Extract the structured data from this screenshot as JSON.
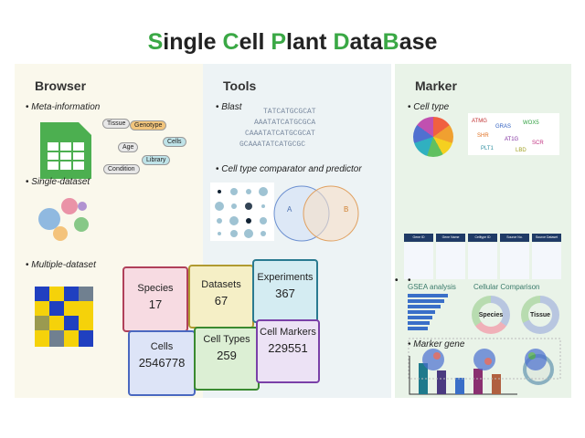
{
  "title": {
    "parts": [
      "S",
      "ingle ",
      "C",
      "ell ",
      "P",
      "lant ",
      "D",
      "ata",
      "B",
      "ase"
    ]
  },
  "browser": {
    "title": "Browser",
    "bullets": [
      "Meta-information",
      "Single-dataset",
      "Multiple-dataset"
    ],
    "meta_tags": [
      "Tissue",
      "Genotype",
      "Age",
      "Cells",
      "Library",
      "Condition"
    ]
  },
  "tools": {
    "title": "Tools",
    "bullets": [
      "Blast",
      "Cell type comparator and predictor"
    ],
    "venn": [
      "A",
      "B"
    ]
  },
  "marker": {
    "title": "Marker",
    "bullets": [
      "Cell type",
      "Marker gene"
    ],
    "table_headers": [
      "Gene ID",
      "Gene Name",
      "Celltype ID",
      "Source No.",
      "Source Dataset"
    ],
    "gsea_label": "GSEA analysis",
    "comparison_label": "Cellular Comparison",
    "donuts": [
      "Species",
      "Tissue"
    ]
  },
  "stats": [
    {
      "label": "Species",
      "value": "17"
    },
    {
      "label": "Datasets",
      "value": "67"
    },
    {
      "label": "Experiments",
      "value": "367"
    },
    {
      "label": "Cells",
      "value": "2546778"
    },
    {
      "label": "Cell Types",
      "value": "259"
    },
    {
      "label": "Cell Markers",
      "value": "229551"
    }
  ]
}
